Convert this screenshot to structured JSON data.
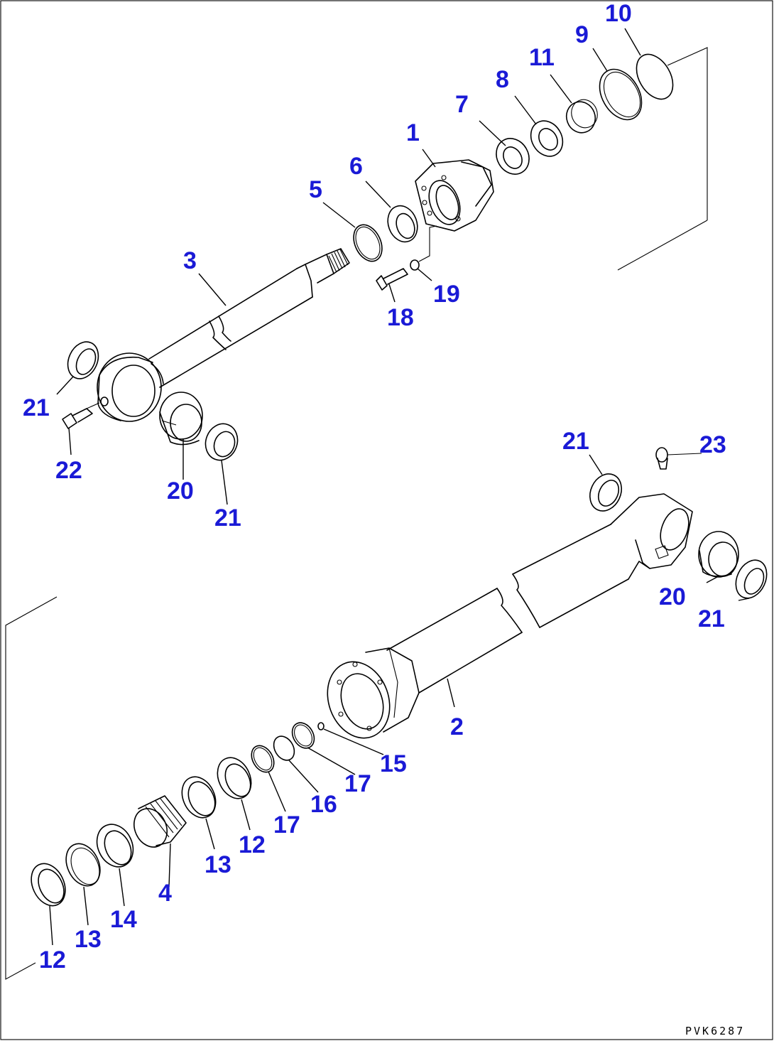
{
  "drawing_code": "PVK6287",
  "callouts": {
    "c10": "10",
    "c9": "9",
    "c11": "11",
    "c8": "8",
    "c7": "7",
    "c1": "1",
    "c6": "6",
    "c5": "5",
    "c3": "3",
    "c19": "19",
    "c18": "18",
    "c21a": "21",
    "c22": "22",
    "c20a": "20",
    "c21b": "21",
    "c21c": "21",
    "c23": "23",
    "c20b": "20",
    "c21d": "21",
    "c2": "2",
    "c15": "15",
    "c17a": "17",
    "c16": "16",
    "c17b": "17",
    "c12a": "12",
    "c13a": "13",
    "c4": "4",
    "c14": "14",
    "c13b": "13",
    "c12b": "12"
  }
}
